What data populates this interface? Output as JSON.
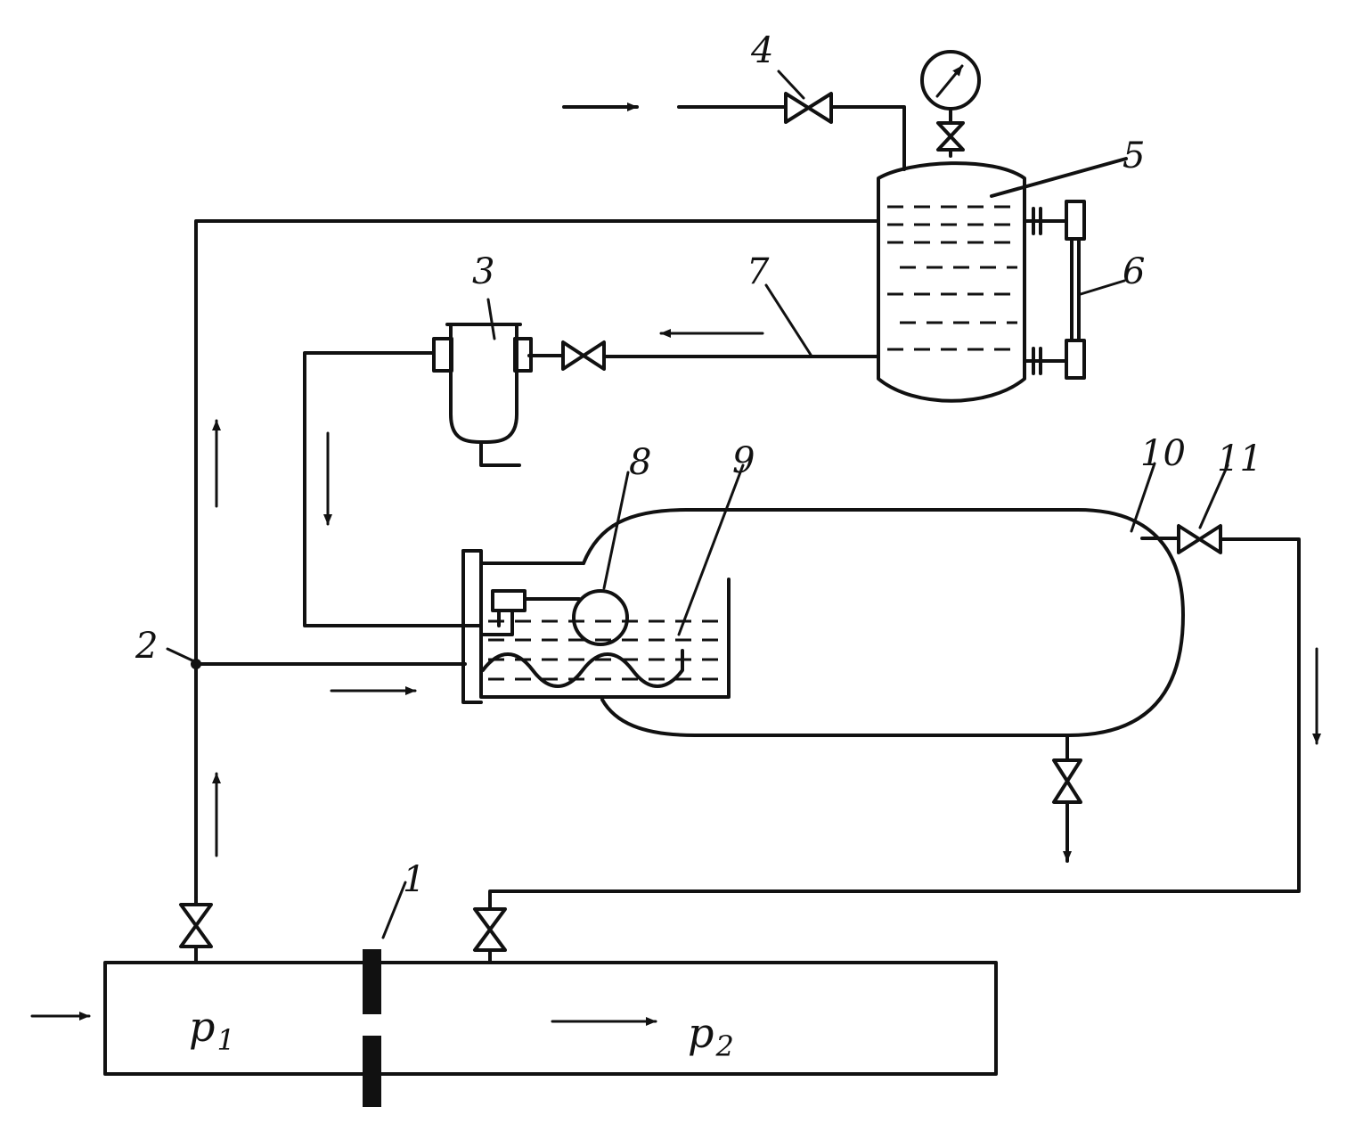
{
  "labels": {
    "n1": "1",
    "n2": "2",
    "n3": "3",
    "n4": "4",
    "n5": "5",
    "n6": "6",
    "n7": "7",
    "n8": "8",
    "n9": "9",
    "n10": "10",
    "n11": "11"
  },
  "pressures": {
    "p1_letter": "p",
    "p1_sub": "1",
    "p2_letter": "p",
    "p2_sub": "2"
  },
  "colors": {
    "ink": "#111111",
    "paper": "#ffffff"
  }
}
